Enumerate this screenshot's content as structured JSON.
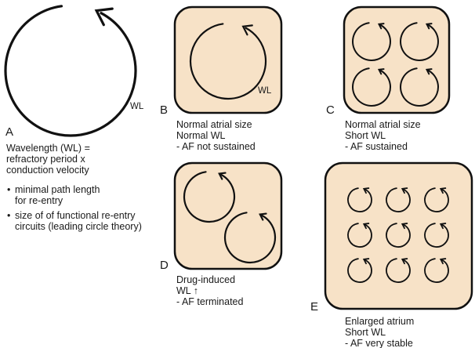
{
  "colors": {
    "atrium_fill": "#f7e2c7",
    "stroke": "#111111"
  },
  "panel_a": {
    "letter": "A",
    "wl_label": "WL",
    "formula": [
      "Wavelength (WL) =",
      "refractory period x",
      "conduction velocity"
    ],
    "bullets": [
      [
        "minimal path length",
        "for re-entry"
      ],
      [
        "size of of functional re-entry",
        "circuits (leading circle theory)"
      ]
    ]
  },
  "panel_b": {
    "letter": "B",
    "wl_label": "WL",
    "caption": [
      "Normal atrial size",
      "Normal WL",
      "- AF not sustained"
    ]
  },
  "panel_c": {
    "letter": "C",
    "caption": [
      "Normal atrial size",
      "Short WL",
      "- AF sustained"
    ]
  },
  "panel_d": {
    "letter": "D",
    "caption": [
      "Drug-induced",
      "WL ↑",
      "- AF terminated"
    ]
  },
  "panel_e": {
    "letter": "E",
    "caption": [
      "Enlarged atrium",
      "Short WL",
      "- AF very stable"
    ]
  }
}
